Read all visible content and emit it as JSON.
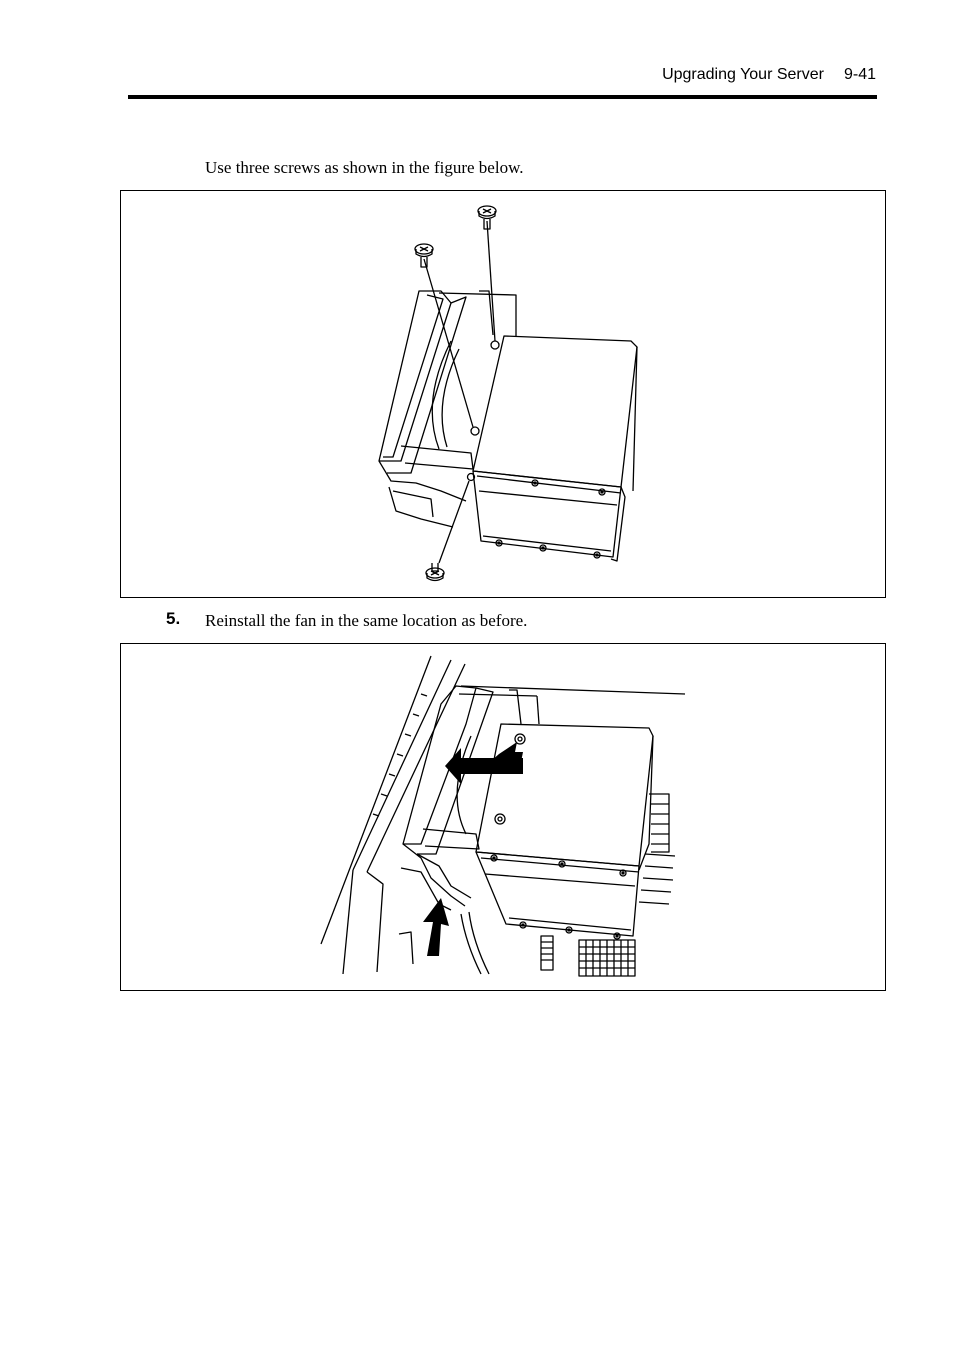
{
  "header": {
    "section_title": "Upgrading Your Server",
    "page_number": "9-41"
  },
  "content": {
    "instruction_text": "Use three screws as shown in the figure below.",
    "step5": {
      "number": "5.",
      "text": "Reinstall the fan in the same location as before."
    }
  },
  "figures": {
    "figure1_icon": "fan-screw-installation-illustration",
    "figure2_icon": "fan-reinstall-illustration"
  }
}
